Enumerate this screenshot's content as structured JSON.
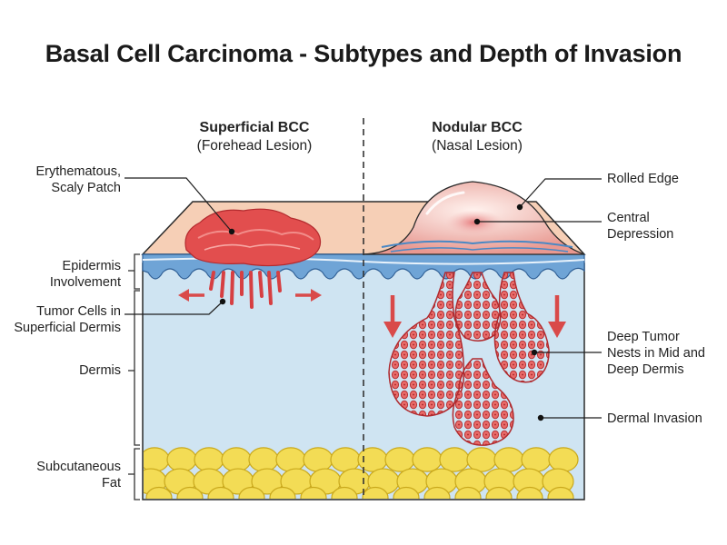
{
  "title": "Basal Cell Carcinoma - Subtypes and Depth of Invasion",
  "panels": {
    "left": {
      "name": "Superficial BCC",
      "site": "(Forehead Lesion)"
    },
    "right": {
      "name": "Nodular BCC",
      "site": "(Nasal Lesion)"
    }
  },
  "labels": {
    "scaly_patch": [
      "Erythematous,",
      "Scaly Patch"
    ],
    "epidermis": [
      "Epidermis",
      "Involvement"
    ],
    "tumor_cells": [
      "Tumor Cells in",
      "Superficial Dermis"
    ],
    "dermis": "Dermis",
    "fat": [
      "Subcutaneous",
      "Fat"
    ],
    "rolled_edge": "Rolled Edge",
    "central_dep": [
      "Central",
      "Depression"
    ],
    "deep_nests": [
      "Deep Tumor",
      "Nests in Mid and",
      "Deep Dermis"
    ],
    "dermal_invasion": "Dermal Invasion"
  },
  "colors": {
    "skin": "#f6cfb6",
    "epidermis_blue": "#6fa4d6",
    "dermis": "#cfe4f2",
    "tumor": "#dc4848",
    "fat": "#f3dc55"
  }
}
